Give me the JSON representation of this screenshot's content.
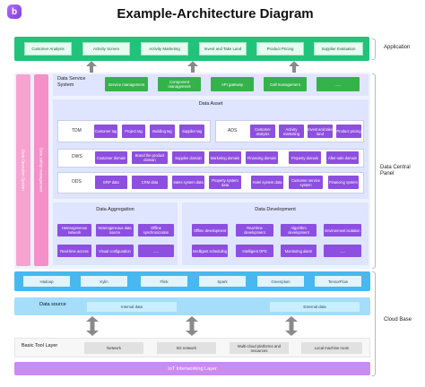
{
  "logo": {
    "letter": "b"
  },
  "title": "Example-Architecture Diagram",
  "application": {
    "label": "Application",
    "items": [
      "Customer Analysis",
      "Activity Screen",
      "Activity Marketing",
      "Invest and Take Land",
      "Product Pricing",
      "Supplier Evaluation"
    ]
  },
  "side_labels": {
    "central": "Data Central Panel",
    "cloud": "Cloud Base"
  },
  "pink_columns": [
    "Data Operation System",
    "Data safety management"
  ],
  "data_service": {
    "label": "Data Service System",
    "items": [
      "Service management",
      "Component management",
      "API gateway",
      "Call management",
      "......"
    ]
  },
  "data_asset": {
    "title": "Data Asset",
    "tdm": {
      "label": "TDM",
      "items": [
        "Customer tag",
        "Project tag",
        "Building tag",
        "Supplier tag"
      ]
    },
    "ads": {
      "label": "ADS",
      "items": [
        "Customer analysis",
        "Activity marketing",
        "Invest and take land",
        "Product pricing"
      ]
    },
    "dws": {
      "label": "DWS",
      "items": [
        "Customer domain",
        "Brand the product domain",
        "Supplier domain",
        "Marketing domain",
        "Financing domain",
        "Property domain",
        "After-sale domain"
      ]
    },
    "ods": {
      "label": "ODS",
      "items": [
        "ERP data",
        "CRM data",
        "Sales system data",
        "Property system data",
        "Hotel system data",
        "Customer service system",
        "Financing system"
      ]
    }
  },
  "data_aggregation": {
    "title": "Data Aggregation",
    "items": [
      "Heterogeneous network",
      "Heterogeneous data source",
      "Offline synchronization",
      "Real-time access",
      "Visual configuration",
      "......"
    ]
  },
  "data_development": {
    "title": "Data Development",
    "items": [
      "Offline development",
      "Real-time development",
      "Algorithm development",
      "Environment isolation",
      "Intelligent scheduling",
      "Intelligent OPS",
      "Monitoring alarm",
      "......"
    ]
  },
  "cloud_tools": {
    "items": [
      "Hadoop",
      "Kylin",
      "Flink",
      "Spark",
      "Greenplum",
      "TensorFlow"
    ]
  },
  "data_source": {
    "label": "Data source",
    "items": [
      "Internal data",
      "External data"
    ]
  },
  "basic_tool_layer": {
    "label": "Basic Tool Layer",
    "items": [
      "Network",
      "5G network",
      "Multi-cloud platforms and resources",
      "Local machine room"
    ]
  },
  "iot": {
    "label": "IoT Interworking Layer"
  },
  "colors": {
    "application": "#21c37a",
    "service_item": "#33b34a",
    "asset_pill": "#8d4fe0",
    "pink": "#f7a3d0",
    "cloud": "#48b8f0",
    "data_source": "#a5ddfb",
    "iot": "#c98cf0"
  }
}
